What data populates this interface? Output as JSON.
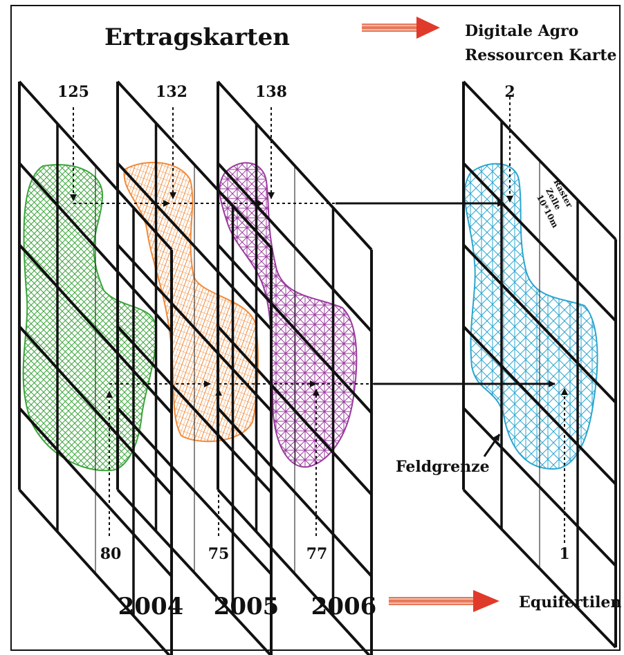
{
  "title": "Ertragskarten",
  "result_title_line1": "Digitale Agro",
  "result_title_line2": "Ressourcen Karte",
  "bottom_result_label": "Equifertilen",
  "years": [
    "2004",
    "2005",
    "2006"
  ],
  "top_values": [
    "125",
    "132",
    "138"
  ],
  "bottom_values": [
    "80",
    "75",
    "77"
  ],
  "result_top_value": "2",
  "result_bottom_value": "1",
  "raster_label_line1": "Raster",
  "raster_label_line2": "Zelle",
  "raster_label_line3": "10*10m",
  "field_boundary_label": "Feldgrenze",
  "colors": {
    "map_2004": "#3aa43a",
    "map_2005": "#f08a3a",
    "map_2006": "#9a3a9e",
    "result_map": "#2aa5cf",
    "arrow_red": "#e03a2a",
    "grid": "#111111"
  }
}
